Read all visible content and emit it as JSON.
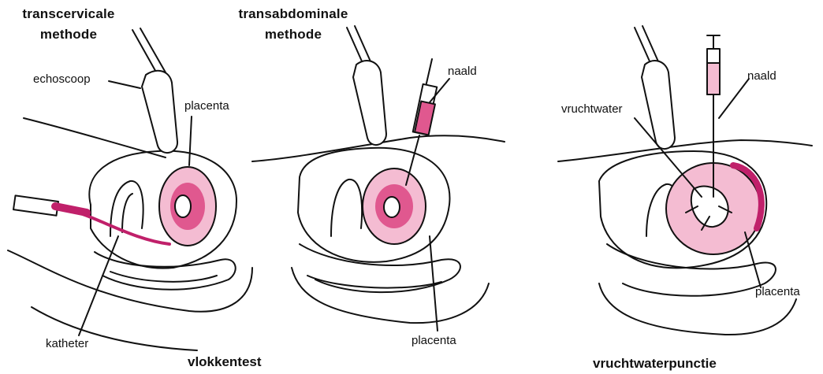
{
  "colors": {
    "accent": "#e0588f",
    "accent_light": "#f4bcd2",
    "accent_dark": "#c0206a",
    "ink": "#111111"
  },
  "panels": {
    "left": {
      "method_line1": "transcervicale",
      "method_line2": "methode",
      "labels": {
        "echoscoop": "echoscoop",
        "placenta": "placenta",
        "katheter": "katheter"
      }
    },
    "middle": {
      "method_line1": "transabdominale",
      "method_line2": "methode",
      "labels": {
        "naald": "naald",
        "placenta": "placenta"
      }
    },
    "right": {
      "labels": {
        "vruchtwater": "vruchtwater",
        "naald": "naald",
        "placenta": "placenta"
      }
    }
  },
  "captions": {
    "left_group": "vlokkentest",
    "right_group": "vruchtwaterpunctie"
  }
}
